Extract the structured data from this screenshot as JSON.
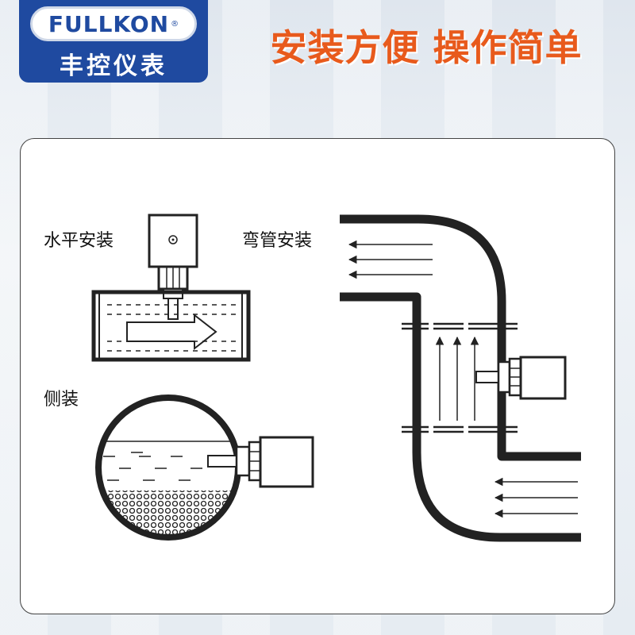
{
  "brand": {
    "name_en": "FULLKON",
    "registered_mark": "®",
    "name_cn": "丰控仪表"
  },
  "header": {
    "slogan": "安装方便 操作简单"
  },
  "diagram": {
    "labels": {
      "horizontal": "水平安装",
      "elbow": "弯管安装",
      "side": "侧装"
    }
  },
  "colors": {
    "brand_blue": "#1f4aa0",
    "slogan_orange": "#e85a1c",
    "line": "#222222"
  }
}
